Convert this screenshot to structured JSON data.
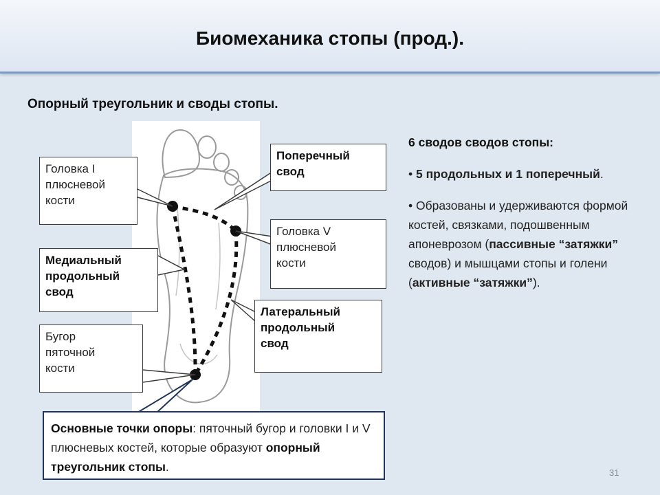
{
  "slide": {
    "title": "Биомеханика стопы (прод.).",
    "subtitle": "Опорный треугольник и своды стопы.",
    "page_number": "31"
  },
  "labels": {
    "head_i": [
      "Головка I",
      "плюсневой",
      "кости"
    ],
    "medial_arch": [
      "Медиальный",
      "продольный",
      "свод"
    ],
    "heel_tubercle": [
      "Бугор",
      "пяточной",
      "кости"
    ],
    "transverse_arch": [
      "Поперечный",
      "свод"
    ],
    "head_v": [
      "Головка V",
      "плюсневой",
      "кости"
    ],
    "lateral_arch": [
      "Латеральный",
      "продольный",
      "свод"
    ]
  },
  "summary": {
    "bold_1": "Основные точки опоры",
    "text_1": ": пяточный бугор и головки I и V плюсневых костей, которые образуют ",
    "bold_2": "опорный треугольник стопы",
    "text_2": "."
  },
  "right": {
    "heading": "6 сводов сводов стопы:",
    "bullet1_bold": "5 продольных и 1 поперечный",
    "bullet1_end": ".",
    "bullet2_a": "Образованы и удерживаются формой костей, связками, подошвенным апоневрозом (",
    "bullet2_bold1": "пассивные “затяжки”",
    "bullet2_b": " сводов) и мышцами стопы и голени (",
    "bullet2_bold2": "активные “затяжки”",
    "bullet2_c": ")."
  }
}
